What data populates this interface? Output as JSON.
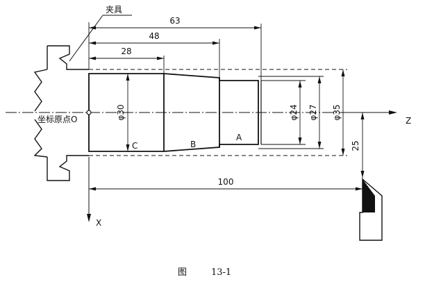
{
  "labels": {
    "fixture": "夹具",
    "origin": "坐标原点O",
    "axis_x": "X",
    "axis_z": "Z",
    "section_a": "A",
    "section_b": "B",
    "section_c": "C"
  },
  "dimensions": {
    "len_63": "63",
    "len_48": "48",
    "len_28": "28",
    "len_100": "100",
    "dia_30": "φ30",
    "dia_24": "φ24",
    "dia_27": "φ27",
    "dia_35": "φ35",
    "offset_25": "25"
  },
  "caption": {
    "figure_word": "图",
    "figure_number": "13-1"
  }
}
